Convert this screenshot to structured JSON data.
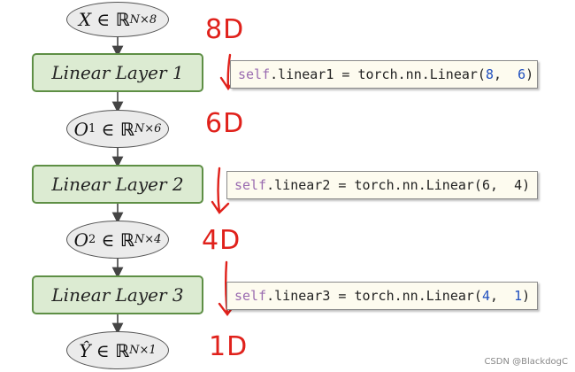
{
  "nodes": {
    "input": {
      "var": "X",
      "set": "ℝ",
      "dim": "N×8"
    },
    "o1": {
      "var": "O",
      "sup": "1",
      "set": "ℝ",
      "dim": "N×6"
    },
    "o2": {
      "var": "O",
      "sup": "2",
      "set": "ℝ",
      "dim": "N×4"
    },
    "output": {
      "var": "Ŷ",
      "set": "ℝ",
      "dim": "N×1"
    },
    "in_symbol": "∈"
  },
  "layers": [
    {
      "label": "Linear Layer 1"
    },
    {
      "label": "Linear Layer 2"
    },
    {
      "label": "Linear Layer 3"
    }
  ],
  "code": [
    {
      "kw": "self",
      "mid": ".linear1 = torch.nn.Linear(",
      "a": "8",
      "sep": ",  ",
      "b": "6",
      "end": ")"
    },
    {
      "kw": "self",
      "mid": ".linear2 = torch.nn.Linear(",
      "a": "6",
      "sep": ",  ",
      "b": "4",
      "end": ")"
    },
    {
      "kw": "self",
      "mid": ".linear3 = torch.nn.Linear(",
      "a": "4",
      "sep": ",  ",
      "b": "1",
      "end": ")"
    }
  ],
  "annotations": [
    "8D",
    "6D",
    "4D",
    "1D"
  ],
  "watermark": "CSDN @BlackdogC",
  "colors": {
    "handwriting": "#e0211b",
    "layer_fill": "#dcebd2",
    "layer_border": "#5e8f45"
  }
}
